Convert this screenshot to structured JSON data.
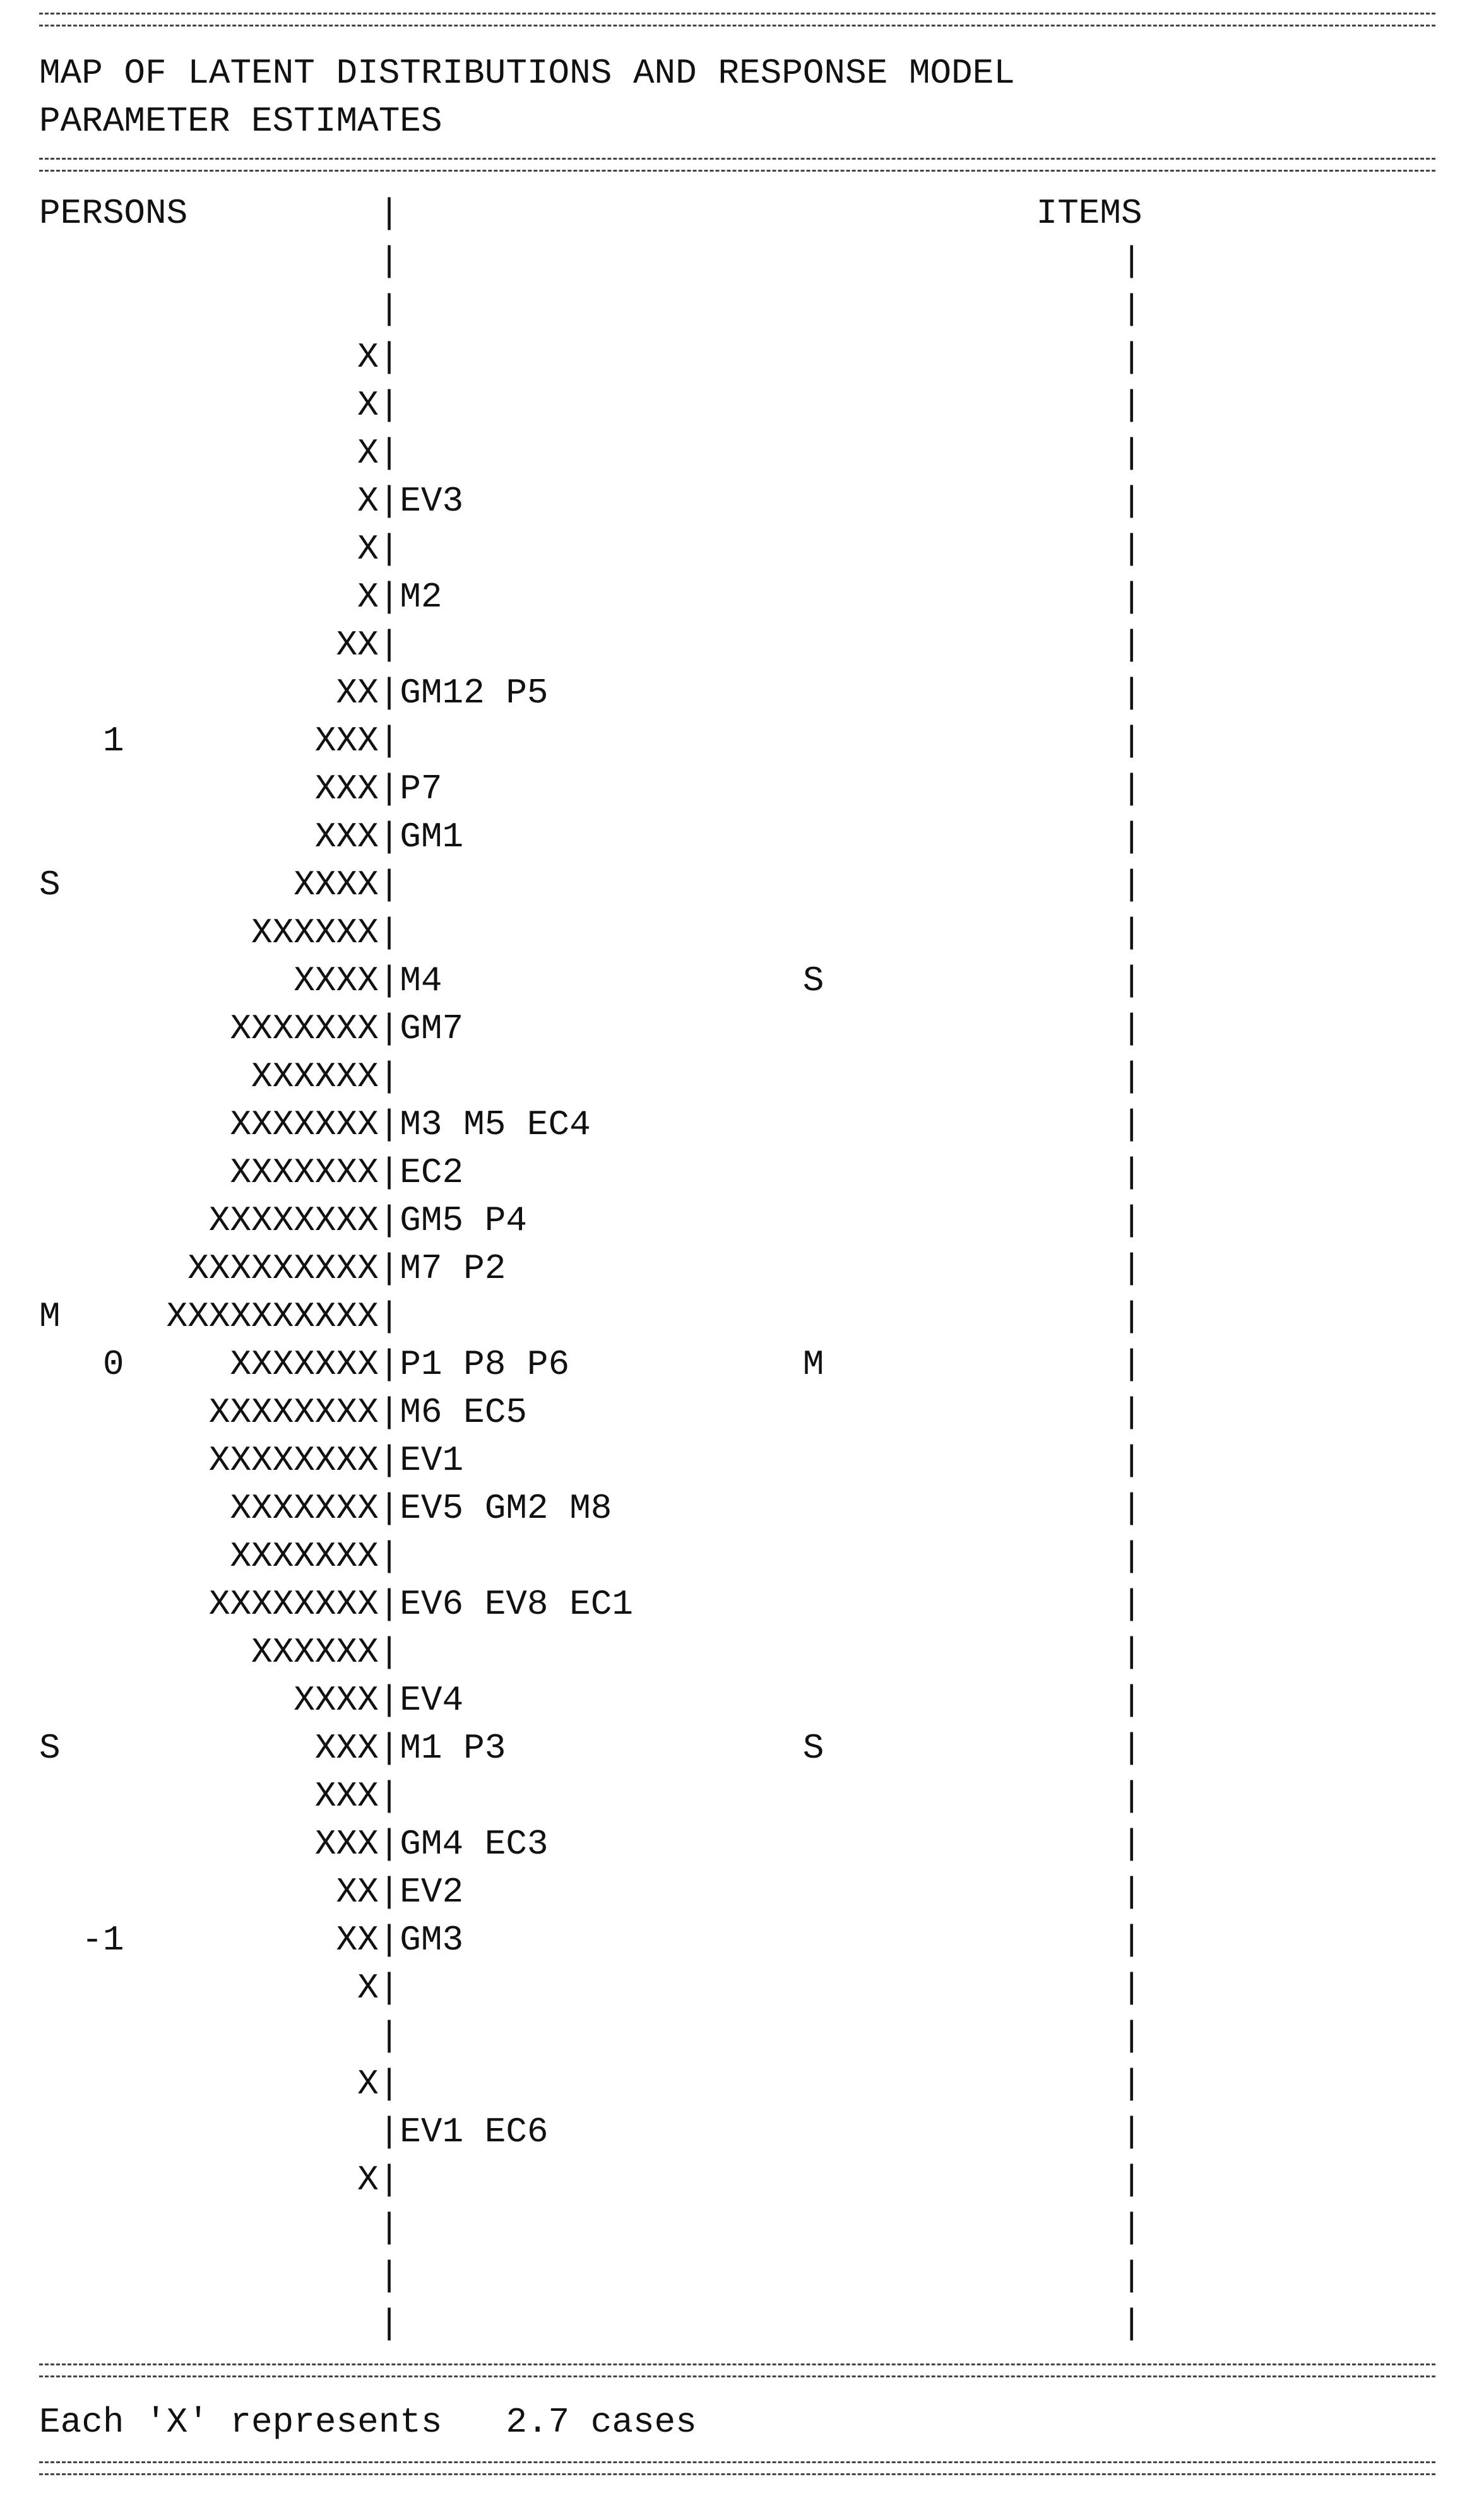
{
  "title_line1": "MAP OF LATENT DISTRIBUTIONS AND RESPONSE MODEL",
  "title_line2": "PARAMETER ESTIMATES",
  "map_text": "PERSONS         |                              ITEMS\n                |                                  |\n                |                                  |\n               X|                                  |\n               X|                                  |\n               X|                                  |\n               X|EV3                               |\n               X|                                  |\n               X|M2                                |\n              XX|                                  |\n              XX|GM12 P5                           |\n   1         XXX|                                  |\n             XXX|P7                                |\n             XXX|GM1                               |\nS           XXXX|                                  |\n          XXXXXX|                                  |\n            XXXX|M4                 S              |\n         XXXXXXX|GM7                               |\n          XXXXXX|                                  |\n         XXXXXXX|M3 M5 EC4                         |\n         XXXXXXX|EC2                               |\n        XXXXXXXX|GM5 P4                            |\n       XXXXXXXXX|M7 P2                             |\nM     XXXXXXXXXX|                                  |\n   0     XXXXXXX|P1 P8 P6           M              |\n        XXXXXXXX|M6 EC5                            |\n        XXXXXXXX|EV1                               |\n         XXXXXXX|EV5 GM2 M8                        |\n         XXXXXXX|                                  |\n        XXXXXXXX|EV6 EV8 EC1                       |\n          XXXXXX|                                  |\n            XXXX|EV4                               |\nS            XXX|M1 P3              S              |\n             XXX|                                  |\n             XXX|GM4 EC3                           |\n              XX|EV2                               |\n  -1          XX|GM3                               |\n               X|                                  |\n                |                                  |\n               X|                                  |\n                |EV1 EC6                           |\n               X|                                  |\n                |                                  |\n                |                                  |\n                |                                  |",
  "footer": "Each 'X' represents   2.7 cases"
}
